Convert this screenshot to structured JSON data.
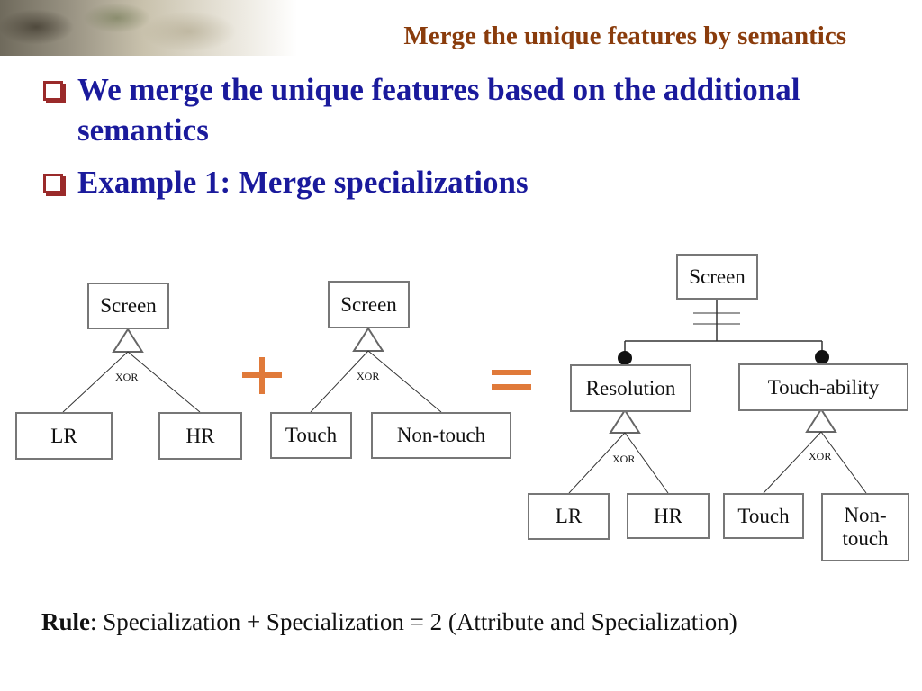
{
  "slide": {
    "title": "Merge the unique features by semantics",
    "accent_title_color": "#8a3c0c",
    "bullet_color": "#1a1a9c"
  },
  "bullets": [
    {
      "text": "We merge the unique features based on the additional semantics"
    },
    {
      "text": "Example 1: Merge specializations"
    }
  ],
  "diagram": {
    "left_tree": {
      "root": "Screen",
      "group_label": "XOR",
      "children": [
        "LR",
        "HR"
      ]
    },
    "plus_symbol": "+",
    "middle_tree": {
      "root": "Screen",
      "group_label": "XOR",
      "children": [
        "Touch",
        "Non-touch"
      ]
    },
    "equals_symbol": "=",
    "result_tree": {
      "root": "Screen",
      "attributes": [
        {
          "name": "Resolution",
          "group_label": "XOR",
          "children": [
            "LR",
            "HR"
          ]
        },
        {
          "name": "Touch-ability",
          "group_label": "XOR",
          "children": [
            "Touch",
            "Non-touch"
          ]
        }
      ]
    },
    "operator_color": "#e07a3a"
  },
  "rule": {
    "label": "Rule",
    "text": ": Specialization + Specialization = 2 (Attribute and Specialization)"
  }
}
